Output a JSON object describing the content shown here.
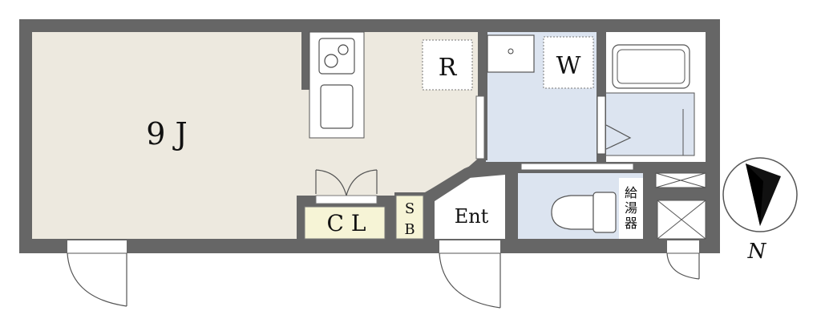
{
  "rooms": {
    "main": "9 J",
    "refrigerator": "R",
    "washer": "W",
    "closet": "C L",
    "shoe_box_top": "S",
    "shoe_box_bottom": "B",
    "entrance": "Ent",
    "water_heater": [
      "給",
      "湯",
      "器"
    ]
  },
  "compass": {
    "north_label": "N"
  },
  "colors": {
    "wall": "#666666",
    "floor": "#ede9df",
    "wet_area": "#dce4f0",
    "closet": "#f6f4d6",
    "line": "#555555"
  }
}
